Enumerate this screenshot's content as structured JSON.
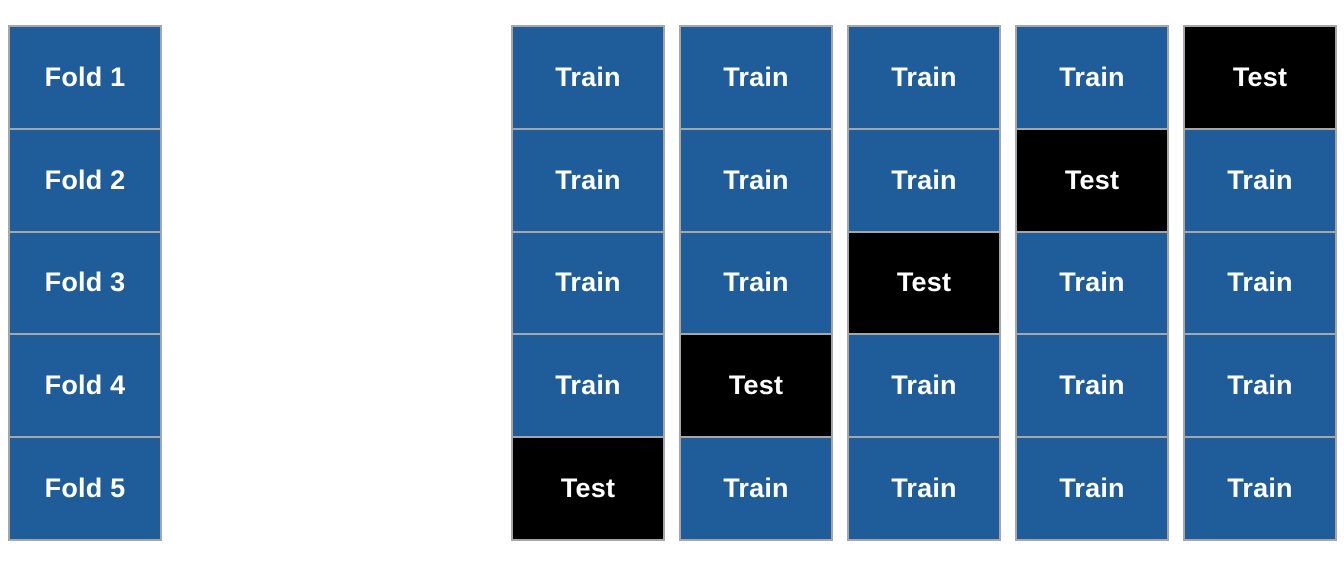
{
  "folds": [
    "Fold 1",
    "Fold 2",
    "Fold 3",
    "Fold 4",
    "Fold 5"
  ],
  "train_label": "Train",
  "test_label": "Test",
  "colors": {
    "train": "#1f5c9a",
    "test": "#000000",
    "border": "#a6a6a6",
    "text": "#ffffff"
  },
  "splits": [
    {
      "test_fold": 5
    },
    {
      "test_fold": 4
    },
    {
      "test_fold": 3
    },
    {
      "test_fold": 2
    },
    {
      "test_fold": 1
    }
  ]
}
